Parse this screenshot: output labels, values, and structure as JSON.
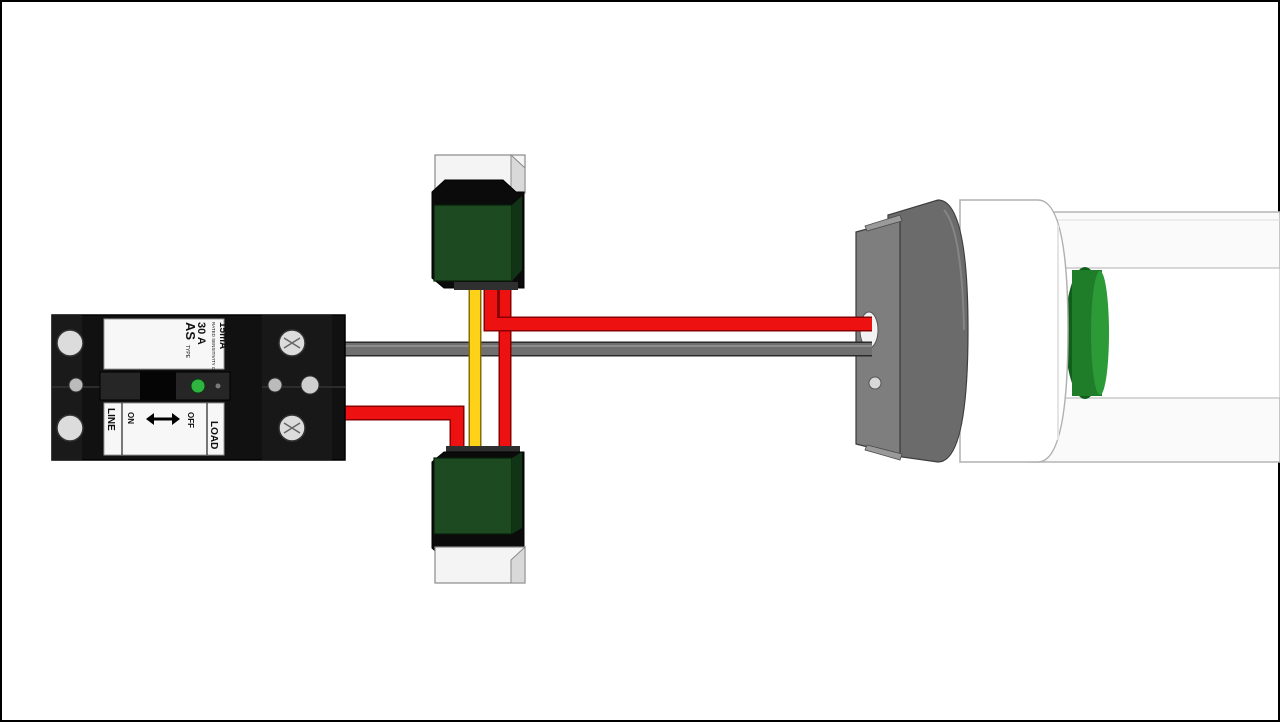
{
  "breaker": {
    "type_label": "AS",
    "type_suffix": "TYPE",
    "rating": "30 A",
    "rated_text": "RATED SENSITIVITY CURRENT",
    "sensitivity": "15mA",
    "line_label": "LINE",
    "on_label": "ON",
    "off_label": "OFF",
    "load_label": "LOAD"
  },
  "colors": {
    "hot_wire": "#ee1111",
    "neutral_wire": "#6f6f6f",
    "switch_leg_wire": "#ffd21a",
    "connector_body": "#1d4a21",
    "lamp_cap": "#1f7d2a",
    "breaker_body": "#111111"
  }
}
